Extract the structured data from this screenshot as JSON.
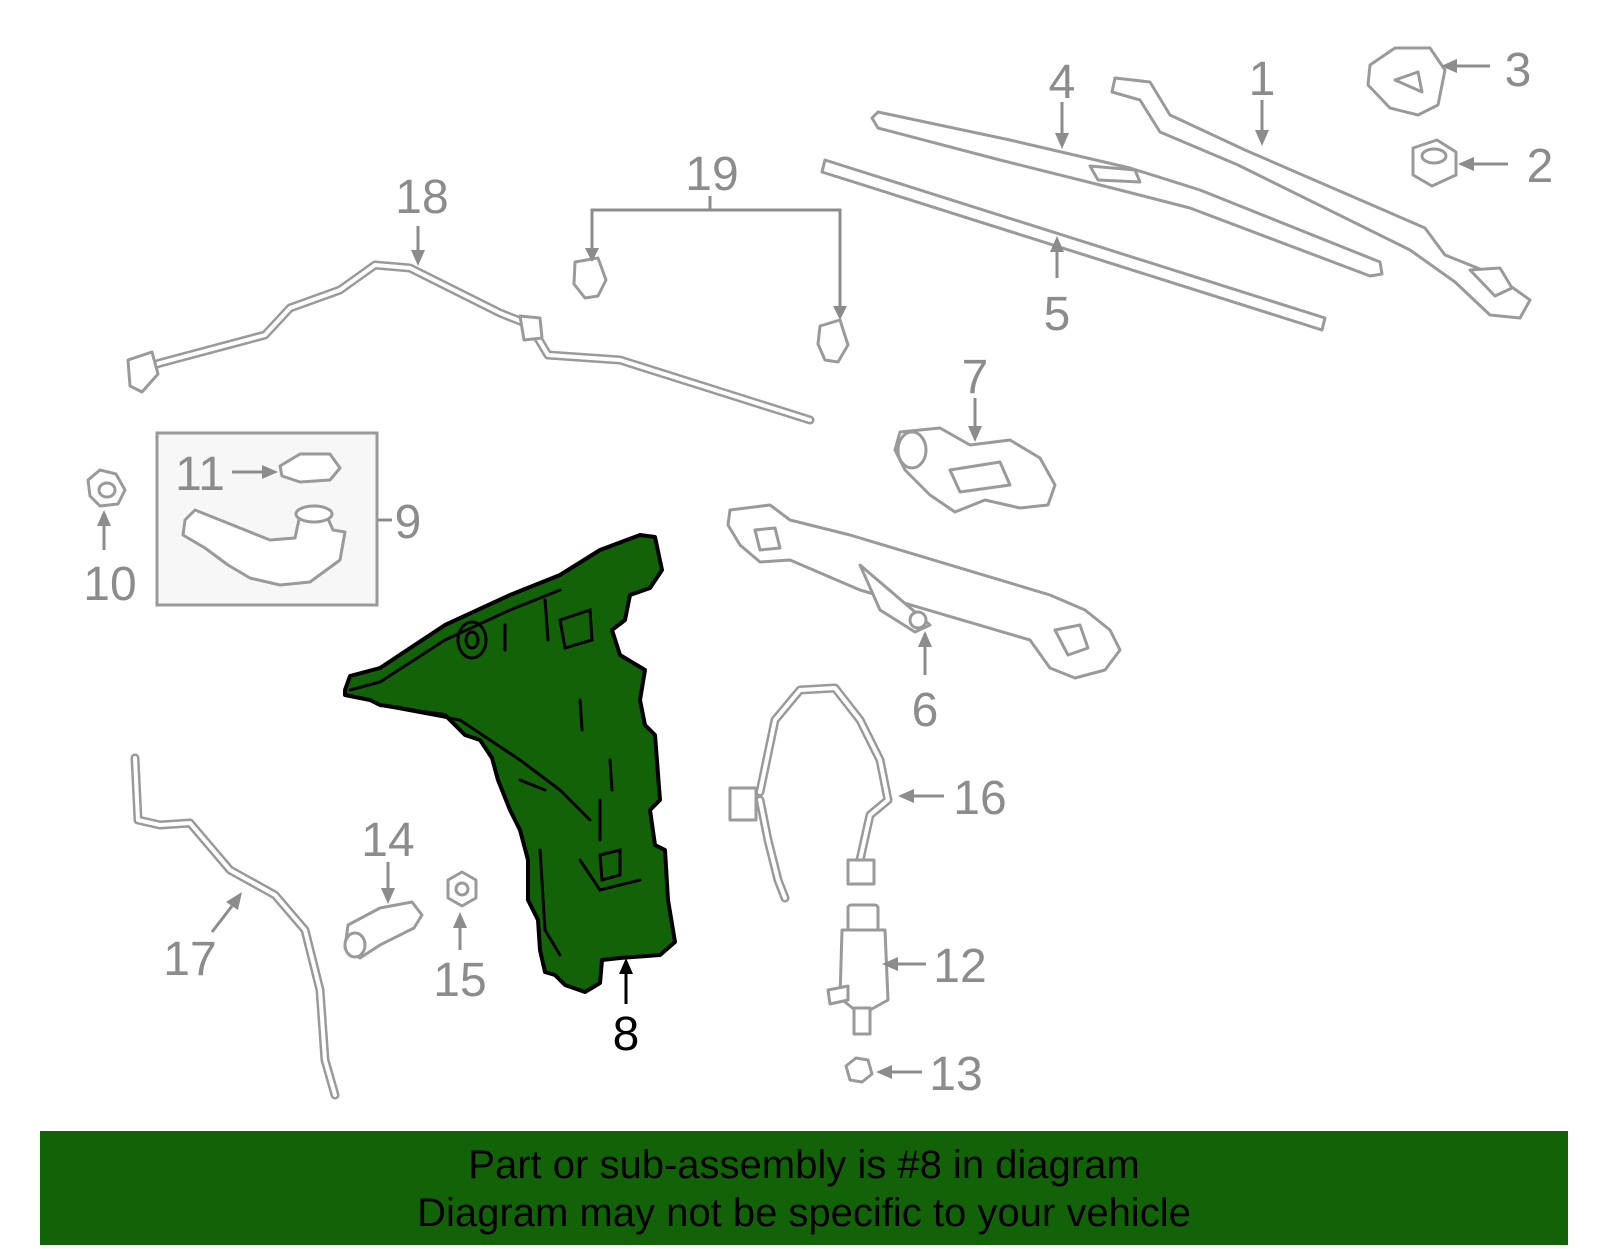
{
  "diagram": {
    "highlight_color": "#126307",
    "highlighted_part": "8",
    "callouts": {
      "c1": "1",
      "c2": "2",
      "c3": "3",
      "c4": "4",
      "c5": "5",
      "c6": "6",
      "c7": "7",
      "c8": "8",
      "c9": "9",
      "c10": "10",
      "c11": "11",
      "c12": "12",
      "c13": "13",
      "c14": "14",
      "c15": "15",
      "c16": "16",
      "c17": "17",
      "c18": "18",
      "c19": "19"
    }
  },
  "banner": {
    "line1": "Part or sub-assembly is #8 in diagram",
    "line2": "Diagram may not be specific to your vehicle",
    "color": "#126307"
  }
}
